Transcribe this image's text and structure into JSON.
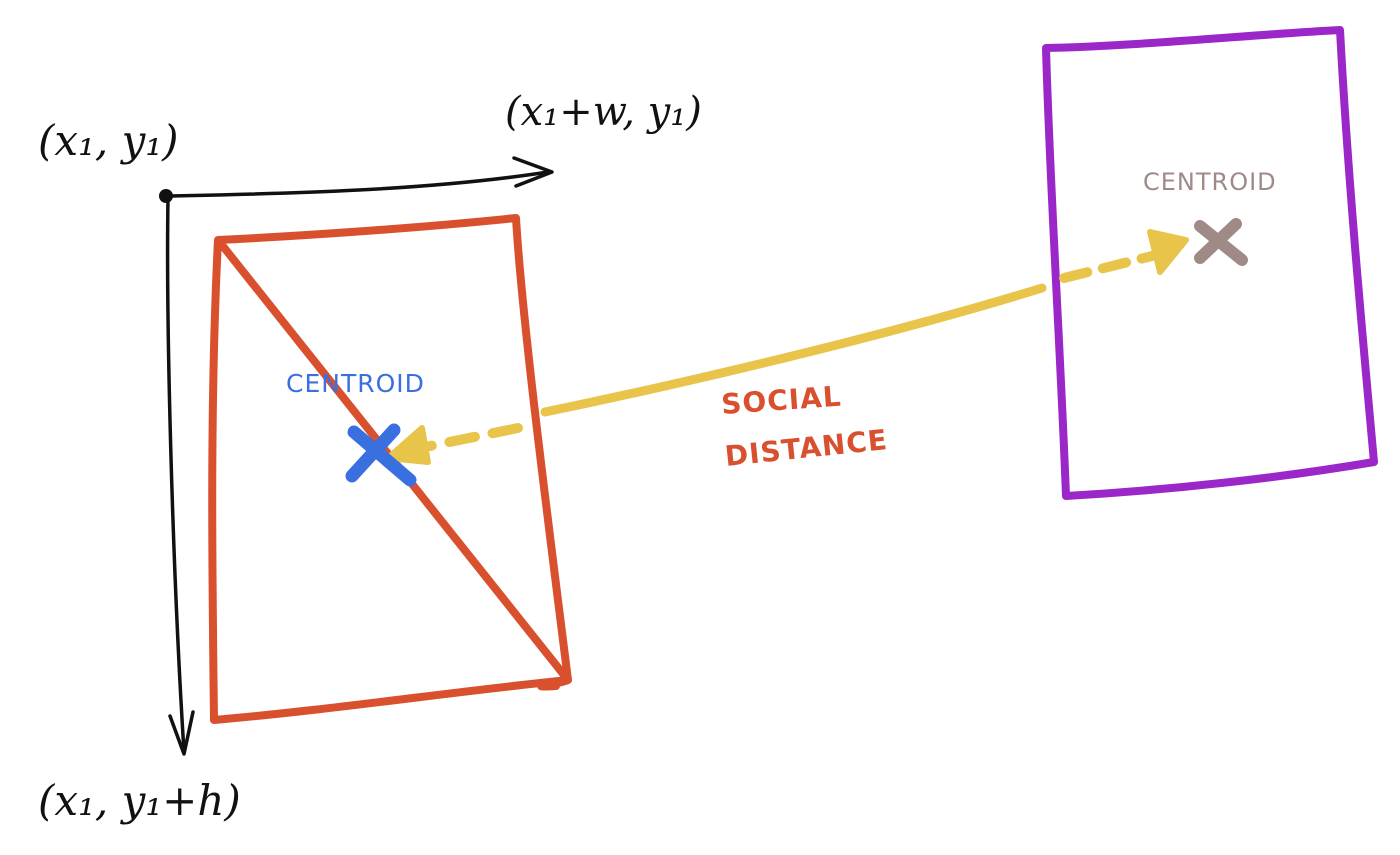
{
  "diagram": {
    "labels": {
      "origin": "(x₁, y₁)",
      "top_right": "(x₁+w, y₁)",
      "bottom_left": "(x₁, y₁+h)",
      "centroid_left": "CENTROID",
      "centroid_right": "CENTROID",
      "distance_line1": "SOCIAL",
      "distance_line2": "DISTANCE"
    },
    "colors": {
      "left_box": "#d9502f",
      "right_box": "#9b27c9",
      "distance_line": "#e8c44a",
      "centroid_left": "#3a6fe0",
      "centroid_right": "#a08a88",
      "distance_text": "#d9502f",
      "axes": "#111111"
    },
    "icons": {
      "centroid_marker": "x-mark",
      "arrow": "arrowhead"
    }
  }
}
